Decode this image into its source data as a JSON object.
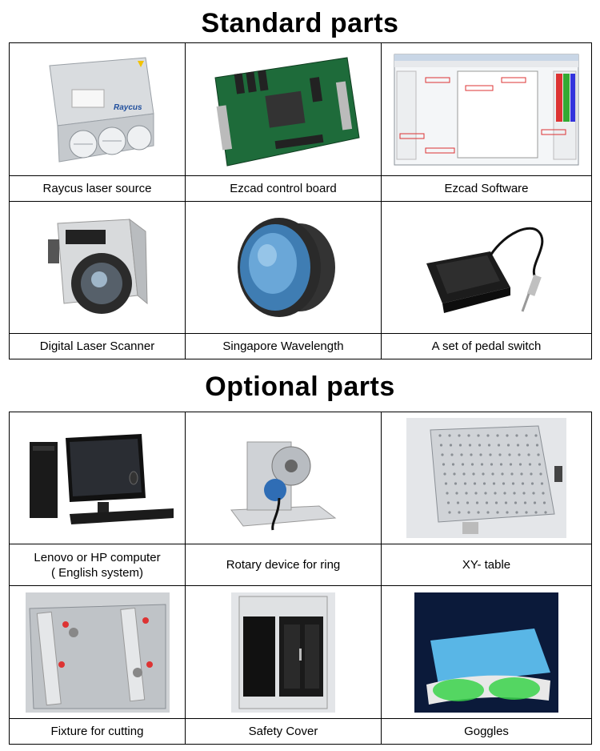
{
  "standard": {
    "title": "Standard parts",
    "items": [
      {
        "caption": "Raycus laser source",
        "icon": "laser-source-image",
        "brand": "Raycus"
      },
      {
        "caption": "Ezcad control board",
        "icon": "control-board-image"
      },
      {
        "caption": "Ezcad Software",
        "icon": "software-screenshot-image"
      },
      {
        "caption": "Digital Laser Scanner",
        "icon": "laser-scanner-image"
      },
      {
        "caption": "Singapore Wavelength",
        "icon": "lens-image"
      },
      {
        "caption": "A set of pedal switch",
        "icon": "pedal-switch-image"
      }
    ]
  },
  "optional": {
    "title": "Optional parts",
    "items": [
      {
        "caption": "Lenovo or HP computer",
        "caption_line2": "( English system)",
        "icon": "computer-image"
      },
      {
        "caption": "Rotary device for ring",
        "icon": "rotary-device-image"
      },
      {
        "caption": "XY- table",
        "icon": "xy-table-image"
      },
      {
        "caption": "Fixture for cutting",
        "icon": "fixture-image"
      },
      {
        "caption": "Safety Cover",
        "icon": "safety-cover-image"
      },
      {
        "caption": "Goggles",
        "icon": "goggles-image"
      }
    ]
  },
  "colors": {
    "border": "#000000",
    "text": "#000000",
    "background": "#ffffff"
  }
}
